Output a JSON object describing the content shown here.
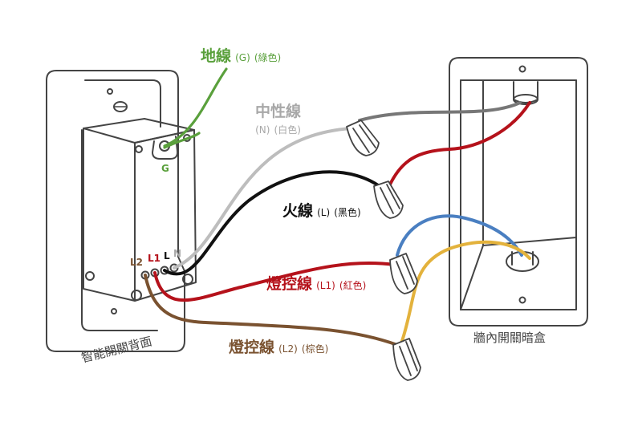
{
  "colors": {
    "outline": "#444444",
    "ground": "#5aa03c",
    "neutral": "#bdbdbd",
    "neutral_label": "#a8a8a8",
    "live": "#111111",
    "l1": "#b5121b",
    "l2": "#7a5230",
    "blue": "#4a7fc1",
    "yellow": "#e3b23c",
    "box_wire": "#777777"
  },
  "labels": {
    "ground": {
      "main": "地線",
      "code": "(G)",
      "color": "(綠色)"
    },
    "neutral": {
      "main": "中性線",
      "code": "(N)",
      "color": "(白色)"
    },
    "live": {
      "main": "火線",
      "code": "(L)",
      "color": "(黑色)"
    },
    "l1": {
      "main": "燈控線",
      "code": "(L1)",
      "color": "(紅色)"
    },
    "l2": {
      "main": "燈控線",
      "code": "(L2)",
      "color": "(棕色)"
    }
  },
  "terminals": {
    "g": "G",
    "l2": "L2",
    "l1": "L1",
    "l": "L",
    "n": "N"
  },
  "captions": {
    "switch_back": "智能開關背面",
    "wall_box": "牆內開關暗盒"
  }
}
